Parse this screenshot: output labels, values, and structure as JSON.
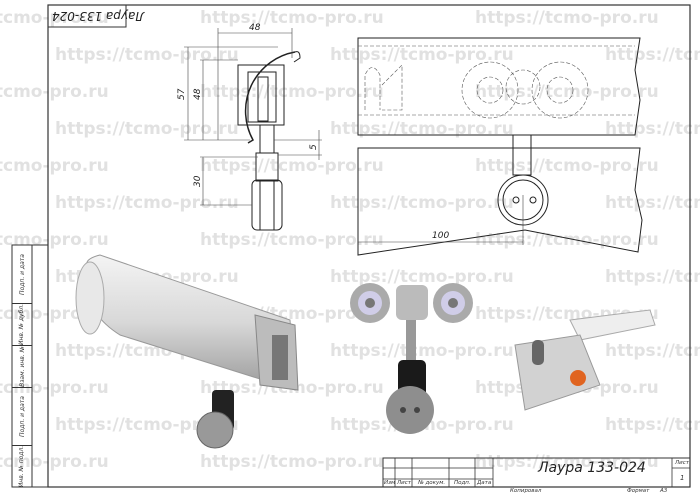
{
  "watermark": "https://tcmo-pro.ru",
  "top_label": "Лаура 133-024",
  "dimensions": {
    "width_top": "48",
    "height_total": "57",
    "height_inner": "48",
    "gap": "5",
    "stem": "30",
    "offset": "100"
  },
  "side_strip": [
    "Подп. и дата",
    "Инв. № дубл.",
    "Взам. инв. №",
    "Подп. и дата",
    "Инв. № подл."
  ],
  "title_block": {
    "columns": [
      "Изм",
      "Лист",
      "№ докум.",
      "Подп.",
      "Дата"
    ],
    "designation": "Лаура 133-024",
    "sheet_label": "Лист",
    "sheet_number": "1",
    "copied": "Копировал",
    "format_label": "Формат",
    "format_value": "A3"
  }
}
